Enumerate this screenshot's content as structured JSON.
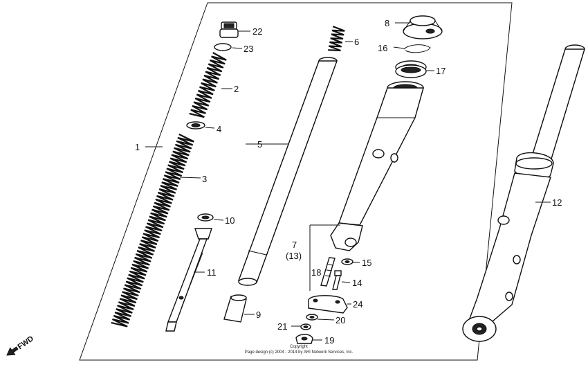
{
  "callouts": {
    "p1": "1",
    "p2": "2",
    "p3": "3",
    "p4": "4",
    "p5": "5",
    "p6": "6",
    "p7": "7",
    "p7b": "(13)",
    "p8": "8",
    "p9": "9",
    "p10": "10",
    "p11": "11",
    "p12": "12",
    "p14": "14",
    "p15": "15",
    "p16": "16",
    "p17": "17",
    "p18": "18",
    "p19": "19",
    "p20": "20",
    "p21": "21",
    "p22": "22",
    "p23": "23",
    "p24": "24"
  },
  "direction_label": "FWD",
  "copyright_line1": "Copyright",
  "copyright_line2": "Page design (c) 2004 - 2014 by ARI Network Services, Inc."
}
